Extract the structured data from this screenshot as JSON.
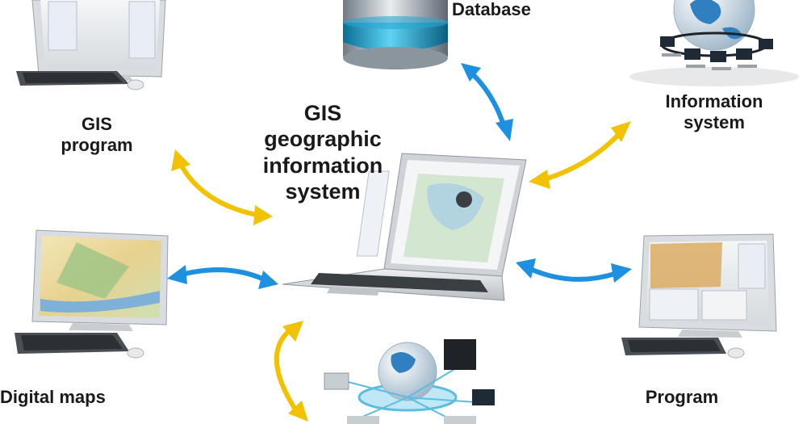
{
  "center": {
    "lines": [
      "GIS",
      "geographic",
      "information",
      "system"
    ]
  },
  "nodes": {
    "database": {
      "label": "Database"
    },
    "information_system": {
      "lines": [
        "Information",
        "system"
      ]
    },
    "gis_program": {
      "lines": [
        "GIS",
        "program"
      ]
    },
    "digital_maps": {
      "label": "Digital maps"
    },
    "program": {
      "label": "Program"
    }
  },
  "colors": {
    "arrow_yellow": "#f2c200",
    "arrow_blue": "#1e90e0",
    "text": "#1a1a1a"
  },
  "icons": [
    "monitor-icon",
    "database-icon",
    "globe-network-icon",
    "laptop-icon",
    "server-network-icon"
  ]
}
